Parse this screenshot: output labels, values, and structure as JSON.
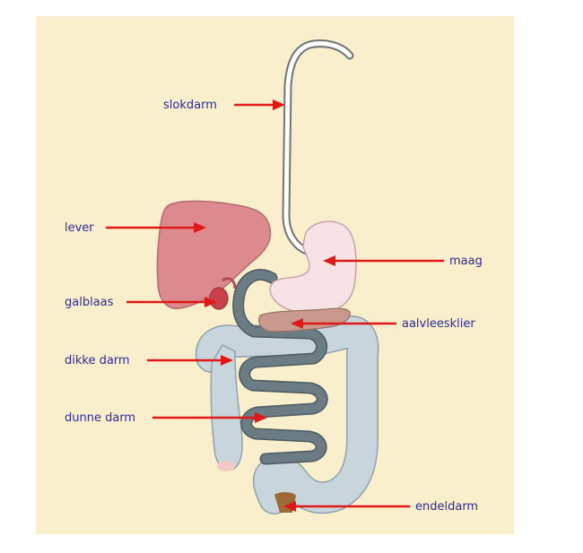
{
  "labels": {
    "slokdarm": "slokdarm",
    "lever": "lever",
    "galblaas": "galblaas",
    "dikke_darm": "dikke darm",
    "dunne_darm": "dunne darm",
    "maag": "maag",
    "aalvleesklier": "aalvleesklier",
    "endeldarm": "endeldarm"
  },
  "colors": {
    "background": "#faefcc",
    "arrow": "#e01818",
    "label_text": "#2b2b9a",
    "liver": "#dd8a8f",
    "stomach": "#f7e2e6",
    "pancreas": "#c8998c",
    "large_intestine": "#c8d5dc",
    "small_intestine": "#6c7c84",
    "rectum": "#9b6a36"
  }
}
